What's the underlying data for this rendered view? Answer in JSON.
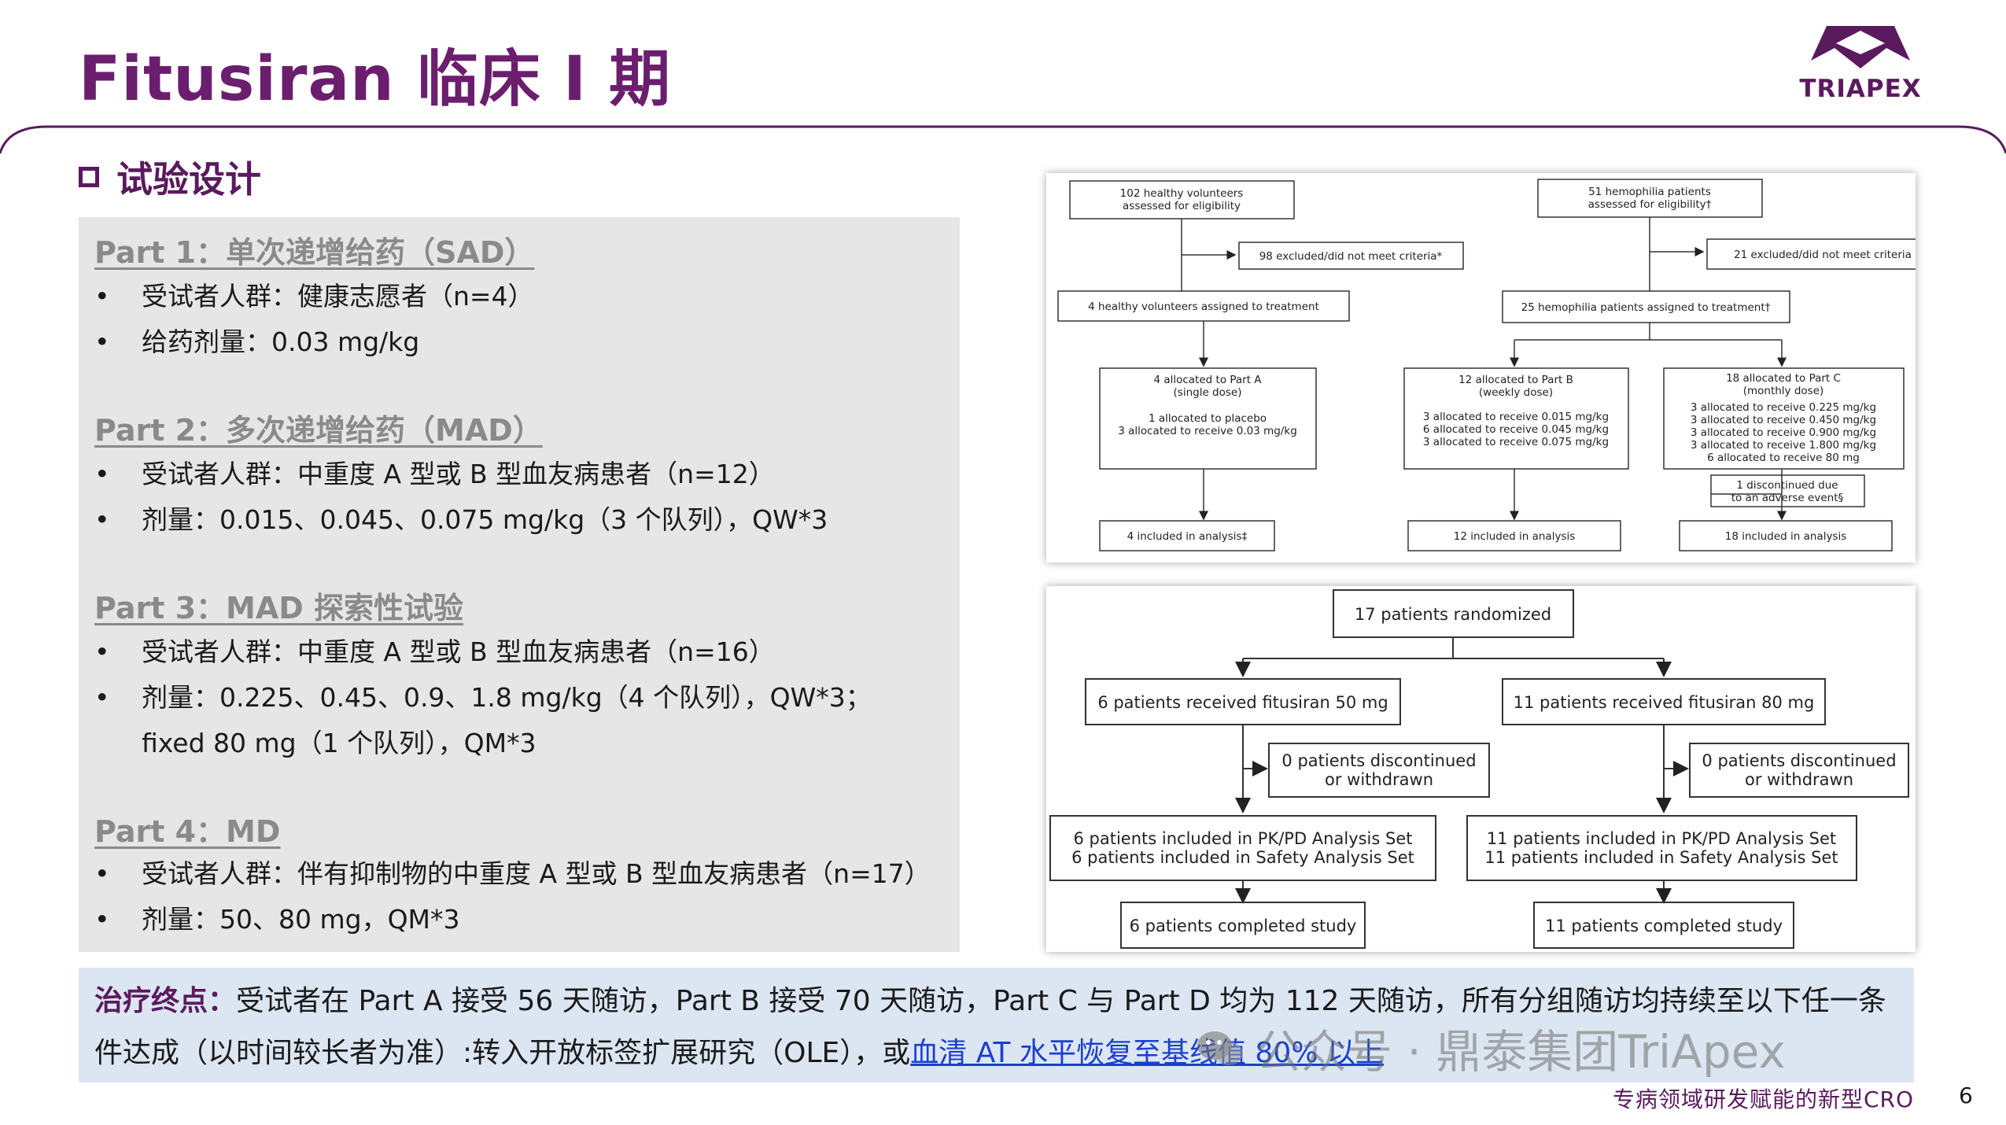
{
  "header": {
    "title": "Fitusiran 临床 I 期",
    "logo_text": "TRIAPEX"
  },
  "section": {
    "title": "试验设计"
  },
  "parts": [
    {
      "heading": "Part 1：单次递增给药（SAD）",
      "bullets": [
        "受试者人群：健康志愿者（n=4）",
        "给药剂量：0.03 mg/kg"
      ]
    },
    {
      "heading": "Part 2：多次递增给药（MAD）",
      "bullets": [
        "受试者人群：中重度 A 型或 B 型血友病患者（n=12）",
        "剂量：0.015、0.045、0.075 mg/kg（3 个队列），QW*3"
      ]
    },
    {
      "heading": "Part 3：MAD 探索性试验",
      "bullets": [
        "受试者人群：中重度 A 型或 B 型血友病患者（n=16）",
        "剂量：0.225、0.45、0.9、1.8 mg/kg（4 个队列），QW*3；fixed 80 mg（1 个队列），QM*3"
      ]
    },
    {
      "heading": "Part 4：MD",
      "bullets": [
        "受试者人群：伴有抑制物的中重度 A 型或 B 型血友病患者（n=17）",
        "剂量：50、80 mg，QM*3"
      ]
    }
  ],
  "flow1": {
    "hv_screen": [
      "102 healthy volunteers",
      "assessed for eligibility"
    ],
    "hv_excluded": "98 excluded/did not meet criteria*",
    "hv_assigned": "4 healthy volunteers assigned to treatment",
    "hp_screen": [
      "51 hemophilia patients",
      "assessed for eligibility†"
    ],
    "hp_excluded": "21 excluded/did not meet criteria",
    "hp_assigned": "25 hemophilia patients assigned to treatment†",
    "part_a": [
      "4 allocated to Part A",
      "(single dose)",
      "",
      "1 allocated to placebo",
      "3 allocated to receive 0.03 mg/kg"
    ],
    "part_b": [
      "12 allocated to Part B",
      "(weekly dose)",
      "",
      "3 allocated to receive 0.015 mg/kg",
      "6 allocated to receive 0.045 mg/kg",
      "3 allocated to receive 0.075 mg/kg"
    ],
    "part_c": [
      "18 allocated to Part C",
      "(monthly dose)",
      "3 allocated to receive 0.225 mg/kg",
      "3 allocated to receive 0.450 mg/kg",
      "3 allocated to receive 0.900 mg/kg",
      "3 allocated to receive 1.800 mg/kg",
      "6 allocated to receive 80 mg"
    ],
    "discontinued": [
      "1 discontinued due",
      "to an adverse event§"
    ],
    "a_analysis": "4 included in analysis‡",
    "b_analysis": "12 included in analysis",
    "c_analysis": "18 included in analysis"
  },
  "flow2": {
    "randomized": "17 patients randomized",
    "arm50": "6 patients received fitusiran 50 mg",
    "arm80": "11 patients received fitusiran 80 mg",
    "disc50": [
      "0 patients discontinued",
      "or withdrawn"
    ],
    "disc80": [
      "0 patients discontinued",
      "or withdrawn"
    ],
    "sets50": [
      "6 patients included in PK/PD Analysis Set",
      "6 patients included in Safety Analysis Set"
    ],
    "sets80": [
      "11 patients included in PK/PD Analysis Set",
      "11 patients included in Safety Analysis Set"
    ],
    "done50": "6 patients completed study",
    "done80": "11 patients completed study"
  },
  "endpoint": {
    "label": "治疗终点：",
    "text": "受试者在 Part A 接受 56 天随访，Part B 接受 70 天随访，Part C 与 Part D 均为 112 天随访，所有分组随访均持续至以下任一条件达成（以时间较长者为准）:转入开放标签扩展研究（OLE），或",
    "highlight": "血清 AT 水平恢复至基线值 80% 以上"
  },
  "watermark": "公众号 · 鼎泰集团TriApex",
  "footer": {
    "tagline": "专病领域研发赋能的新型CRO",
    "page": "6"
  }
}
